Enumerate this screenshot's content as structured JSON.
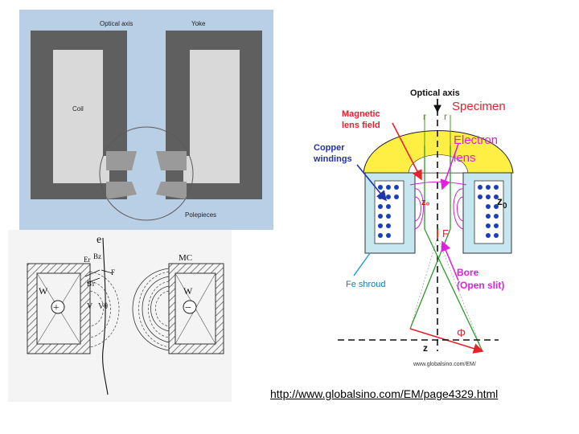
{
  "panel1": {
    "optical_axis": "Optical axis",
    "yoke": "Yoke",
    "coil": "Coil",
    "polepieces": "Polepieces"
  },
  "panel2": {
    "e": "e",
    "er": "Er",
    "bz": "Bz",
    "f": "F",
    "br": "Bт",
    "v": "V",
    "vtheta": "Vθ",
    "mc": "MC",
    "w_left": "W",
    "w_right": "W",
    "plus": "+",
    "minus": "−"
  },
  "panel3": {
    "optical_axis": "Optical axis",
    "specimen": "Specimen",
    "magnetic_lens_field": [
      "Magnetic",
      "lens field"
    ],
    "r1": "r",
    "r2": "r",
    "electron_lens": [
      "Electron",
      "lens"
    ],
    "copper_windings": [
      "Copper",
      "windings"
    ],
    "z0": "z",
    "z0_sub": "0",
    "zo_small": "z₀",
    "f": "F",
    "fe_shroud": "Fe shroud",
    "bore": [
      "Bore",
      "(Open slit)"
    ],
    "phi": "Φ",
    "z": "z",
    "watermark": "www.globalsino.com/EM/"
  },
  "footer": {
    "url": "http://www.globalsino.com/EM/page4329.html"
  }
}
